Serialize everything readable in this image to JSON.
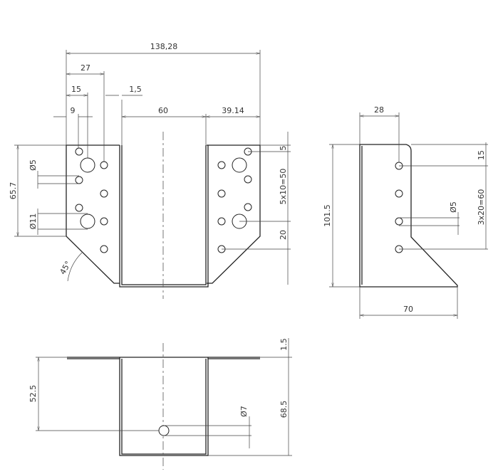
{
  "front_view": {
    "overall_width": "138,28",
    "hole_col2_offset": "27",
    "large_hole_offset": "15",
    "thickness": "1,5",
    "hole_col1_offset": "9",
    "channel_width": "60",
    "wing_width": "39.14",
    "wing_height": "65.7",
    "small_hole_dia": "Ø5",
    "large_hole_dia": "Ø11",
    "angle": "45°",
    "top_offset": "5",
    "hole_pitch": "5x10=50",
    "bottom_offset": "20"
  },
  "side_view": {
    "hole_offset": "28",
    "height": "101.5",
    "top_offset": "15",
    "hole_pitch": "3x20=60",
    "hole_dia": "Ø5",
    "depth": "70"
  },
  "bottom_view": {
    "hole_position": "52.5",
    "thickness": "1.5",
    "depth": "68.5",
    "hole_dia": "Ø7"
  }
}
